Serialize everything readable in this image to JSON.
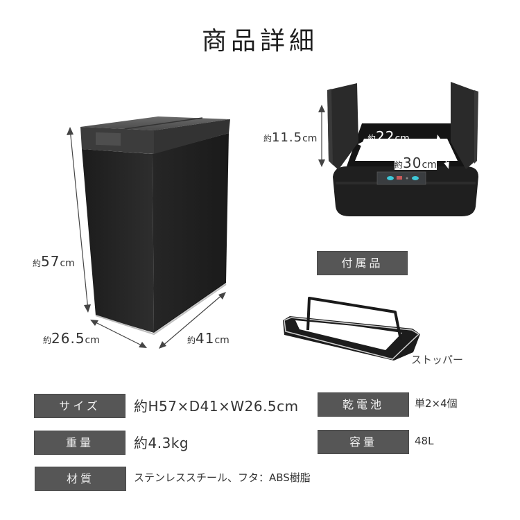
{
  "title": "商品詳細",
  "main_product": {
    "dimensions": {
      "height": {
        "prefix": "約",
        "value": "57",
        "unit": "cm"
      },
      "width": {
        "prefix": "約",
        "value": "26.5",
        "unit": "cm"
      },
      "depth": {
        "prefix": "約",
        "value": "41",
        "unit": "cm"
      }
    }
  },
  "lid_detail": {
    "dimensions": {
      "lid_height": {
        "prefix": "約",
        "value": "11.5",
        "unit": "cm"
      },
      "opening_width": {
        "prefix": "約",
        "value": "22",
        "unit": "cm"
      },
      "opening_length": {
        "prefix": "約",
        "value": "30",
        "unit": "cm"
      }
    }
  },
  "accessories": {
    "label": "付属品",
    "item_name": "ストッパー"
  },
  "specs": [
    {
      "label": "サイズ",
      "value": "約H57×D41×W26.5cm"
    },
    {
      "label": "重量",
      "value": "約4.3kg"
    },
    {
      "label": "材質",
      "value": "ステンレススチール、フタ：ABS樹脂"
    },
    {
      "label": "乾電池",
      "value": "単2×4個"
    },
    {
      "label": "容量",
      "value": "48L"
    }
  ],
  "colors": {
    "label_bg": "#565656",
    "bin_body": "#2a2a2a",
    "sensor_cyan": "#3ec8d8",
    "sensor_red": "#c85a5a"
  }
}
